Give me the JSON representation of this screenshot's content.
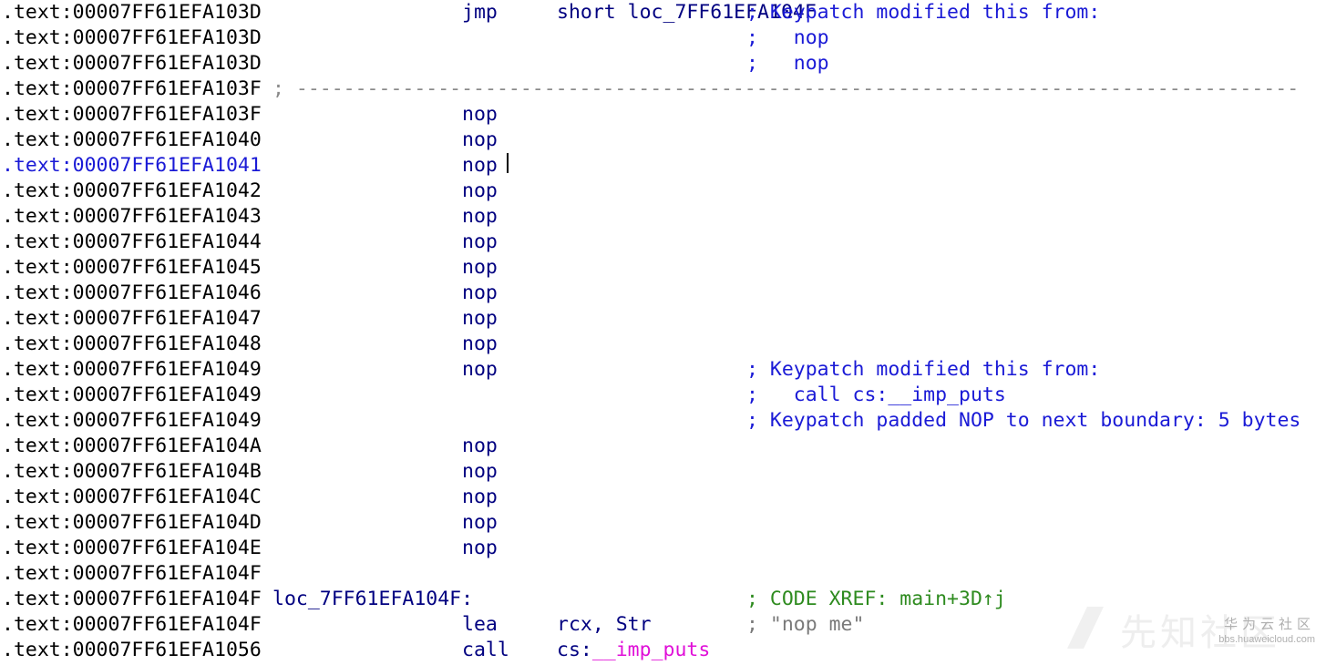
{
  "separator": "; -------------------------------------------------------------------------------------",
  "lines": [
    {
      "addr": ".text:00007FF61EFA103D",
      "mnemonic": "jmp",
      "operand": "short loc_7FF61EFA104F",
      "comment": "; Keypatch modified this from:",
      "comment_style": "blue"
    },
    {
      "addr": ".text:00007FF61EFA103D",
      "comment": ";   nop",
      "comment_style": "blue"
    },
    {
      "addr": ".text:00007FF61EFA103D",
      "comment": ";   nop",
      "comment_style": "blue"
    },
    {
      "addr": ".text:00007FF61EFA103F",
      "separator": true
    },
    {
      "addr": ".text:00007FF61EFA103F",
      "mnemonic": "nop"
    },
    {
      "addr": ".text:00007FF61EFA1040",
      "mnemonic": "nop"
    },
    {
      "addr": ".text:00007FF61EFA1041",
      "mnemonic": "nop",
      "current": true
    },
    {
      "addr": ".text:00007FF61EFA1042",
      "mnemonic": "nop"
    },
    {
      "addr": ".text:00007FF61EFA1043",
      "mnemonic": "nop"
    },
    {
      "addr": ".text:00007FF61EFA1044",
      "mnemonic": "nop"
    },
    {
      "addr": ".text:00007FF61EFA1045",
      "mnemonic": "nop"
    },
    {
      "addr": ".text:00007FF61EFA1046",
      "mnemonic": "nop"
    },
    {
      "addr": ".text:00007FF61EFA1047",
      "mnemonic": "nop"
    },
    {
      "addr": ".text:00007FF61EFA1048",
      "mnemonic": "nop"
    },
    {
      "addr": ".text:00007FF61EFA1049",
      "mnemonic": "nop",
      "comment": "; Keypatch modified this from:",
      "comment_style": "blue"
    },
    {
      "addr": ".text:00007FF61EFA1049",
      "comment": ";   call cs:__imp_puts",
      "comment_style": "blue"
    },
    {
      "addr": ".text:00007FF61EFA1049",
      "comment": "; Keypatch padded NOP to next boundary: 5 bytes",
      "comment_style": "blue"
    },
    {
      "addr": ".text:00007FF61EFA104A",
      "mnemonic": "nop"
    },
    {
      "addr": ".text:00007FF61EFA104B",
      "mnemonic": "nop"
    },
    {
      "addr": ".text:00007FF61EFA104C",
      "mnemonic": "nop"
    },
    {
      "addr": ".text:00007FF61EFA104D",
      "mnemonic": "nop"
    },
    {
      "addr": ".text:00007FF61EFA104E",
      "mnemonic": "nop"
    },
    {
      "addr": ".text:00007FF61EFA104F"
    },
    {
      "addr": ".text:00007FF61EFA104F",
      "label": "loc_7FF61EFA104F:",
      "comment": "; CODE XREF: main+3D↑j",
      "comment_style": "green"
    },
    {
      "addr": ".text:00007FF61EFA104F",
      "mnemonic": "lea",
      "operand": "rcx, Str",
      "comment": "; \"nop me\"",
      "comment_style": "gray"
    },
    {
      "addr": ".text:00007FF61EFA1056",
      "mnemonic": "call",
      "operand": "cs:",
      "operand_import": "__imp_puts"
    }
  ],
  "colors": {
    "address": "#000000",
    "current_address": "#1a1ad6",
    "instruction": "#000080",
    "comment_blue": "#1a1ad6",
    "comment_green": "#2e8b1f",
    "comment_gray": "#7a7a7a",
    "import": "#e010d8"
  },
  "watermark": {
    "big_text": "先知社区",
    "cn_text": "华为云社区",
    "url": "bbs.huaweicloud.com"
  }
}
